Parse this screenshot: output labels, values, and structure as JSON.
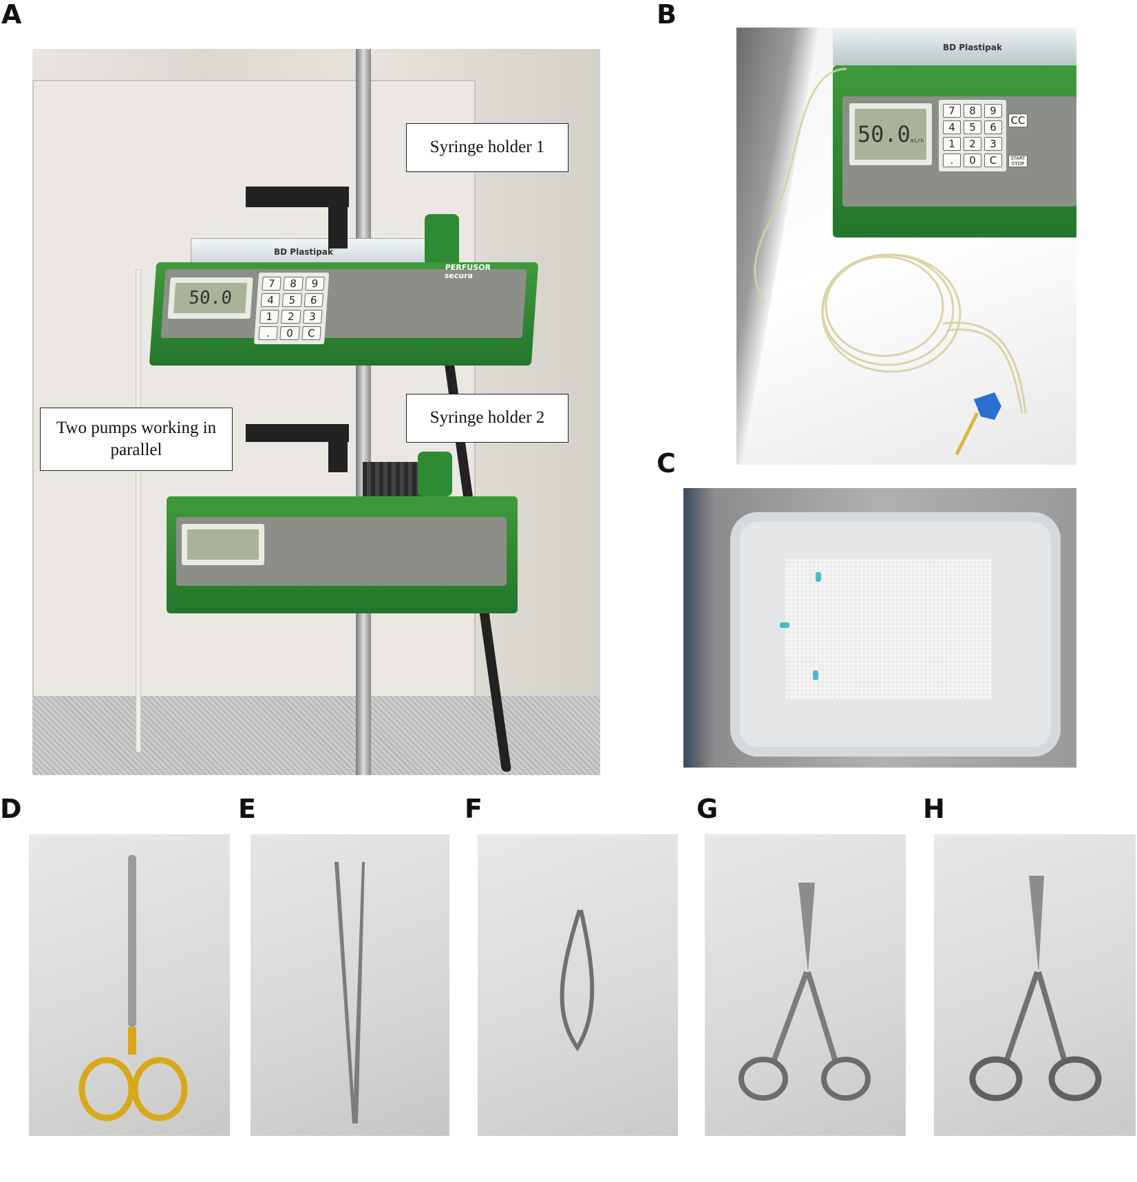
{
  "panel_labels": [
    "A",
    "B",
    "C",
    "D",
    "E",
    "F",
    "G",
    "H"
  ],
  "panel_a": {
    "annotations": {
      "syringe_holder_1": "Syringe holder 1",
      "syringe_holder_2": "Syringe holder 2",
      "two_pumps": "Two pumps working in parallel"
    },
    "pump_display": "50.0",
    "pump_brand": "PERFUSOR secura",
    "syringe_label": "BD Plastipak",
    "keypad": [
      "7",
      "8",
      "9",
      "4",
      "5",
      "6",
      "1",
      "2",
      "3",
      ".",
      "0",
      "C"
    ]
  },
  "panel_b": {
    "pump_display": "50.0",
    "display_unit": "ml/h",
    "syringe_label": "BD Plastipak",
    "keypad": [
      "7",
      "8",
      "9",
      "4",
      "5",
      "6",
      "1",
      "2",
      "3",
      ".",
      "0",
      "C"
    ],
    "side_keys": [
      "CC",
      "START STOP"
    ]
  },
  "colors": {
    "pump_green": "#2e8a33",
    "tube": "#e9e2c4",
    "valve_blue": "#2a6fd0",
    "needle_cap": "#4fb8c8",
    "gold_handle": "#d9a81a"
  }
}
